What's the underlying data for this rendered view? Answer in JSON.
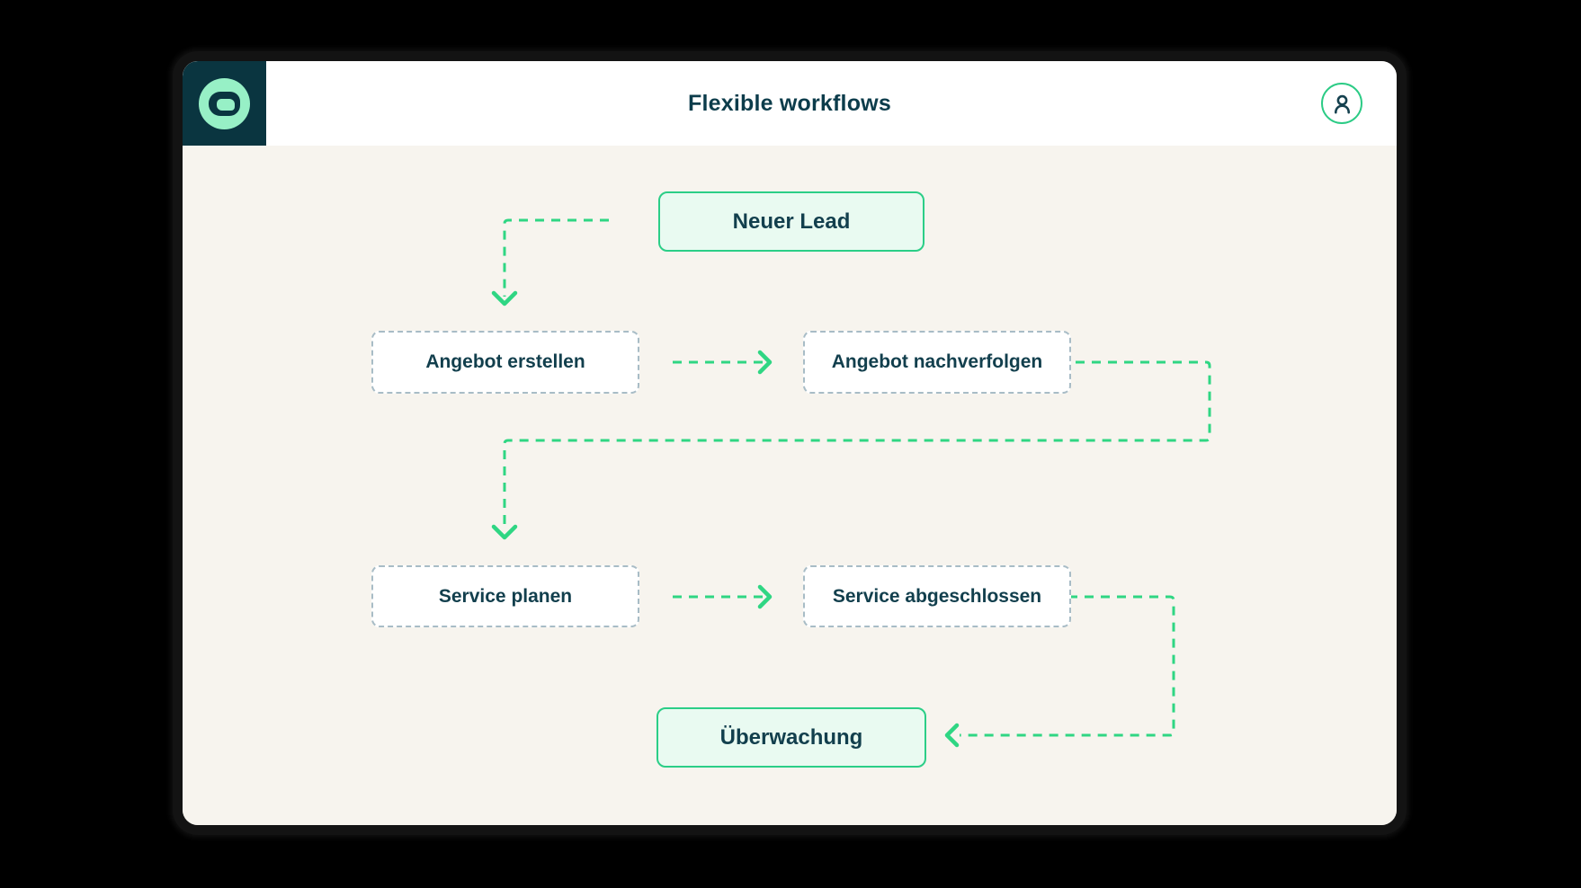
{
  "header": {
    "title": "Flexible workflows",
    "logo_icon": "capsule-logo",
    "avatar_icon": "user-avatar"
  },
  "workflow": {
    "nodes": [
      {
        "id": "neuer-lead",
        "label": "Neuer Lead",
        "style": "solid-green"
      },
      {
        "id": "angebot-erstellen",
        "label": "Angebot erstellen",
        "style": "dashed"
      },
      {
        "id": "angebot-nachverfolgen",
        "label": "Angebot nachverfolgen",
        "style": "dashed"
      },
      {
        "id": "service-planen",
        "label": "Service planen",
        "style": "dashed"
      },
      {
        "id": "service-abgeschlossen",
        "label": "Service abgeschlossen",
        "style": "dashed"
      },
      {
        "id": "ueberwachung",
        "label": "Überwachung",
        "style": "solid-green"
      }
    ],
    "edges": [
      {
        "from": "neuer-lead",
        "to": "angebot-erstellen",
        "style": "dashed-green-arrow"
      },
      {
        "from": "angebot-erstellen",
        "to": "angebot-nachverfolgen",
        "style": "dashed-green-arrow"
      },
      {
        "from": "angebot-nachverfolgen",
        "to": "service-planen",
        "style": "dashed-green-arrow"
      },
      {
        "from": "service-planen",
        "to": "service-abgeschlossen",
        "style": "dashed-green-arrow"
      },
      {
        "from": "service-abgeschlossen",
        "to": "ueberwachung",
        "style": "dashed-green-arrow"
      }
    ]
  },
  "colors": {
    "accent_green": "#2FD683",
    "node_green_border": "#2BCE87",
    "node_green_fill": "#E9FAF1",
    "dashed_node_border": "#A8BCC6",
    "dark_teal_text": "#0C3C4B",
    "logo_background": "#0A3540",
    "logo_mint": "#97F0C6",
    "body_background": "#F7F4EE",
    "header_background": "#FFFFFF",
    "window_border": "#131313"
  }
}
